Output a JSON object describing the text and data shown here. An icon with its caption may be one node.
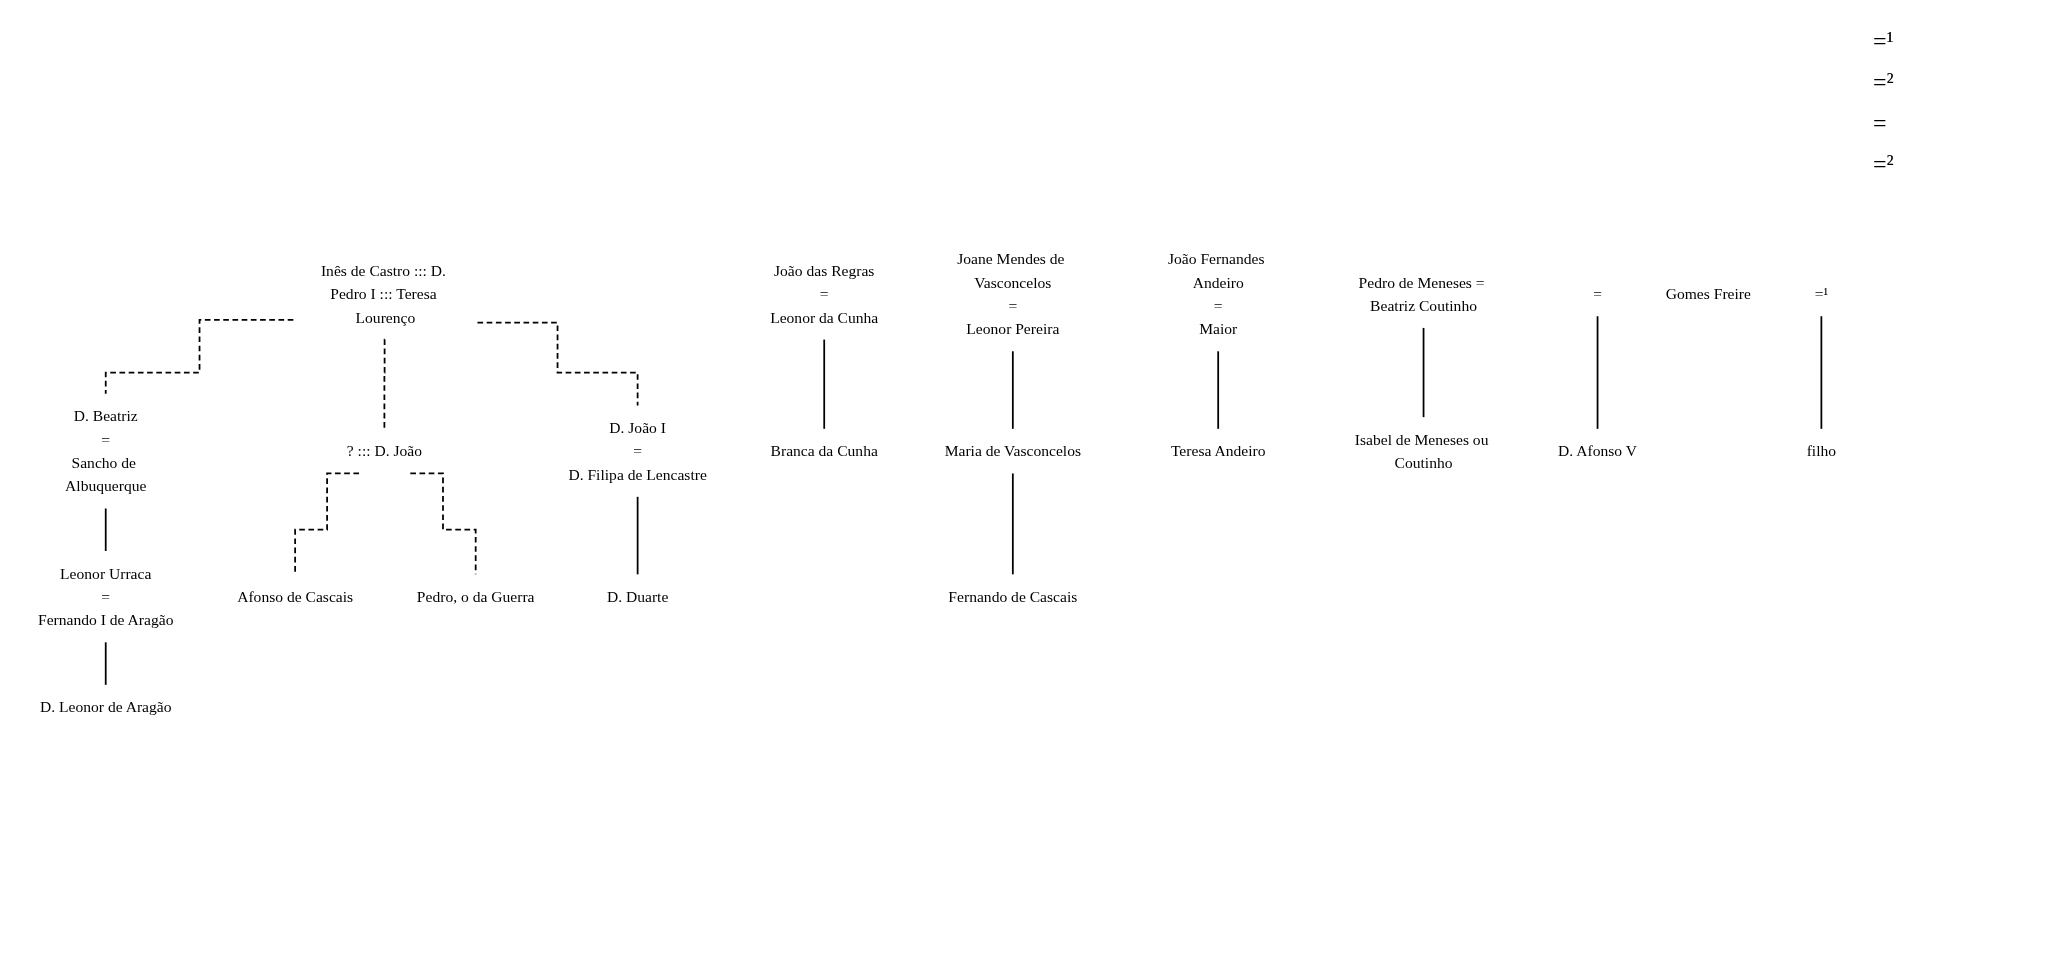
{
  "diagram": {
    "nodes": [
      {
        "text": [
          "Inês de Castro ::: D. Pedro I ::: Teresa Lourenço"
        ]
      },
      {
        "text": [
          "João das Regras",
          "=",
          "Leonor da Cunha"
        ]
      },
      {
        "text": [
          "Joane Mendes de Vasconcelos",
          "=",
          "Leonor Pereira"
        ]
      },
      {
        "text": [
          "? ::: D. João"
        ]
      },
      {
        "text": [
          "João Fernandes Andeiro",
          "=",
          "Maior"
        ]
      },
      {
        "text": [
          "D. Beatriz",
          "=",
          "Sancho de Albuquerque"
        ]
      },
      {
        "text": [
          "D. João I",
          "=",
          "D. Filipa de Lencastre"
        ]
      },
      {
        "text": [
          "Leonor Urraca",
          "=",
          "Fernando I de Aragão"
        ]
      },
      {
        "text": [
          "Branca da Cunha"
        ]
      },
      {
        "text": [
          "Afonso de Cascais"
        ]
      },
      {
        "text": [
          "Maria de Vasconcelos"
        ]
      },
      {
        "text": [
          "Pedro, o da Guerra"
        ]
      },
      {
        "text": [
          "Teresa Andeiro"
        ]
      },
      {
        "text": [
          "D. Leonor de Aragão"
        ]
      },
      {
        "text": [
          "="
        ]
      },
      {
        "text": [
          "D. Duarte"
        ]
      },
      {
        "text": [
          "Pedro de Meneses = Beatriz Coutinho"
        ]
      },
      {
        "text": [
          "Gomes Freire"
        ]
      },
      {
        "text": [
          "Isabel de Meneses ou Coutinho"
        ]
      },
      {
        "text": [
          "=¹"
        ]
      },
      {
        "text": [
          "Fernando de Cascais"
        ]
      },
      {
        "text": [
          "D. Afonso V"
        ]
      },
      {
        "text": [
          "filho"
        ]
      }
    ],
    "edges": [
      {
        "from": 0,
        "to": 3,
        "arrow": "none",
        "style": "dashed"
      },
      {
        "from": 0,
        "to": 5,
        "arrow": "none",
        "style": "dashed"
      },
      {
        "from": 0,
        "to": 6,
        "arrow": "none",
        "style": "dashed"
      },
      {
        "from": 1,
        "to": 8,
        "arrow": "none"
      },
      {
        "from": 2,
        "to": 10,
        "arrow": "none"
      },
      {
        "from": 3,
        "to": 9,
        "arrow": "none",
        "style": "dashed"
      },
      {
        "from": 3,
        "to": 11,
        "arrow": "none",
        "style": "dashed"
      },
      {
        "from": 4,
        "to": 12,
        "arrow": "none"
      },
      {
        "from": 5,
        "to": 7,
        "arrow": "none"
      },
      {
        "from": 6,
        "to": 15,
        "arrow": "none"
      },
      {
        "from": 7,
        "to": 13,
        "arrow": "none"
      },
      {
        "from": 10,
        "to": 20,
        "arrow": "none"
      },
      {
        "from": 16,
        "to": 18,
        "arrow": "none"
      },
      {
        "from": 14,
        "to": 21,
        "arrow": "none"
      },
      {
        "from": 19,
        "to": 22,
        "arrow": "none"
      }
    ],
    "labels": [
      "=¹",
      "=²",
      "=",
      "=²"
    ]
  }
}
